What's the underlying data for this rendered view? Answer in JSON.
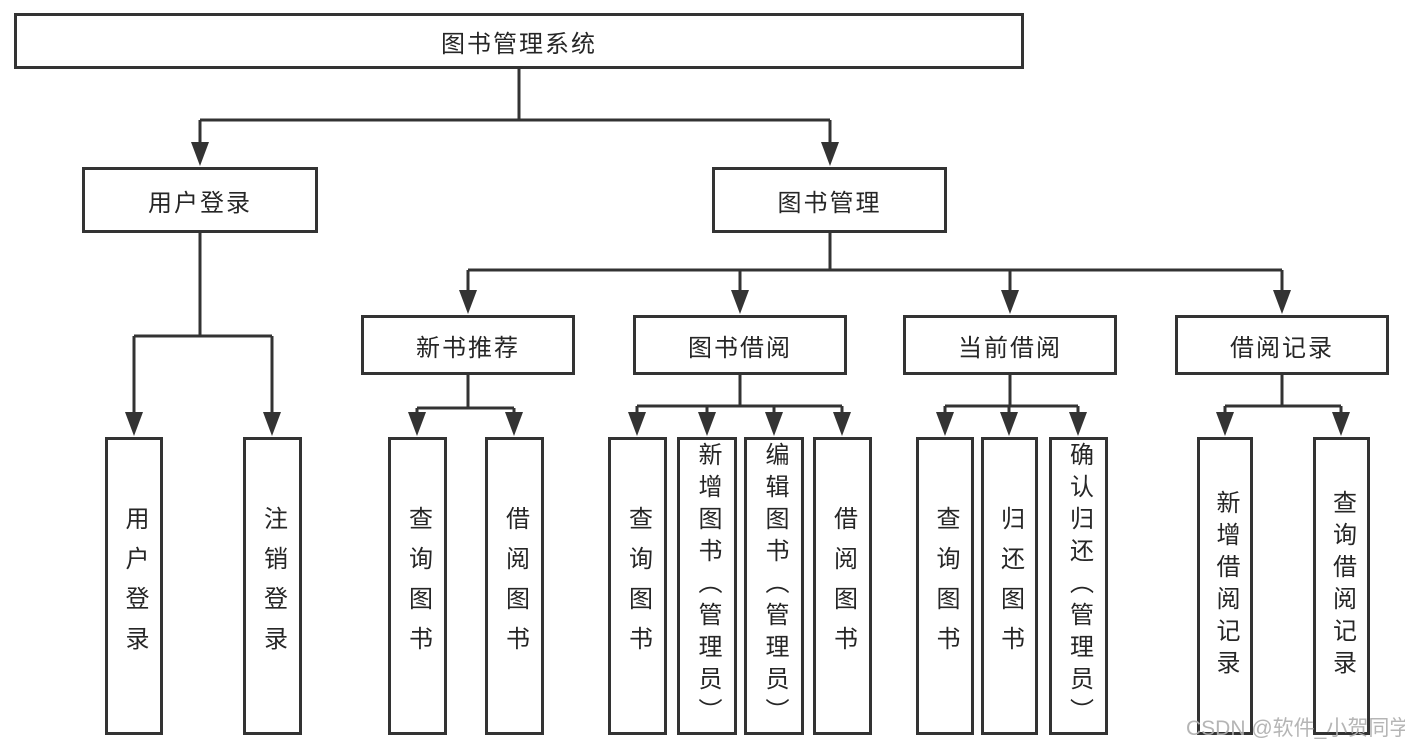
{
  "title": "图书管理系统",
  "level2": {
    "user_login": "用户登录",
    "book_management": "图书管理"
  },
  "level3": {
    "new_book_recommend": "新书推荐",
    "book_borrow": "图书借阅",
    "current_borrow": "当前借阅",
    "borrow_records": "借阅记录"
  },
  "leaves": {
    "user_login": [
      "用户登录",
      "注销登录"
    ],
    "new_book_recommend": [
      "查询图书",
      "借阅图书"
    ],
    "book_borrow": [
      "查询图书",
      "新增图书（管理员）",
      "编辑图书（管理员）",
      "借阅图书"
    ],
    "current_borrow": [
      "查询图书",
      "归还图书",
      "确认归还（管理员）"
    ],
    "borrow_records": [
      "新增借阅记录",
      "查询借阅记录"
    ]
  },
  "watermark": "CSDN @软件_小贺同学",
  "colors": {
    "line": "#333333",
    "text": "#262626",
    "background": "#ffffff",
    "watermark": "#afafaf"
  }
}
